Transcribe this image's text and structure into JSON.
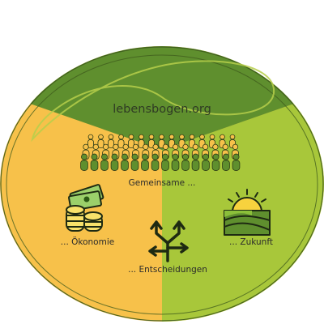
{
  "brand": {
    "text": "lebensbogen.org"
  },
  "labels": {
    "community": "Gemeinsame ...",
    "economy": "... Ökonomie",
    "decisions": "... Entscheidungen",
    "future": "... Zukunft"
  },
  "colors": {
    "top_sector": "#5f8f2e",
    "left_sector": "#f7c14a",
    "right_sector": "#a8c73a",
    "outline": "#3d5a1c",
    "icon_stroke": "#1e2a12"
  },
  "icons": {
    "community": "crowd-icon",
    "economy": "money-stack-icon",
    "decisions": "crossroads-arrows-icon",
    "future": "sunrise-field-icon"
  }
}
